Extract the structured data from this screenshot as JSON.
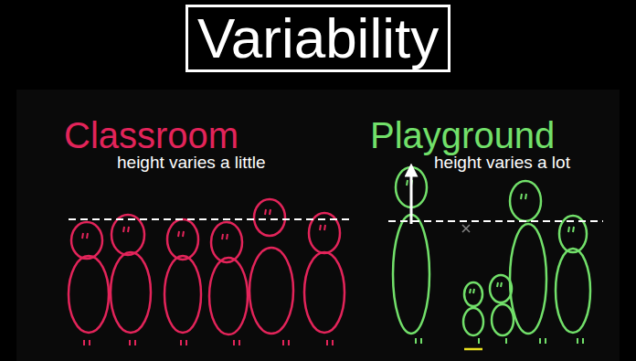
{
  "diagram": {
    "title": "Variability",
    "labels": [
      "Classroom",
      "height varies a little",
      "Playground",
      "height varies a lot"
    ]
  }
}
